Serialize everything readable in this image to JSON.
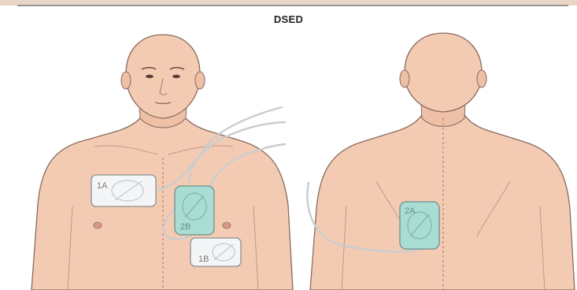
{
  "title": "DSED",
  "pads": {
    "pad_1a": "1A",
    "pad_2b": "2B",
    "pad_1b": "1B",
    "pad_2a": "2A"
  },
  "colors": {
    "skin": "#f3cbb3",
    "skin_shadow": "#dea58c",
    "outline": "#8a6a5e",
    "pad_white": "#f4f5f6",
    "pad_green": "#a9dcd3",
    "cable": "#cfd2d4"
  }
}
